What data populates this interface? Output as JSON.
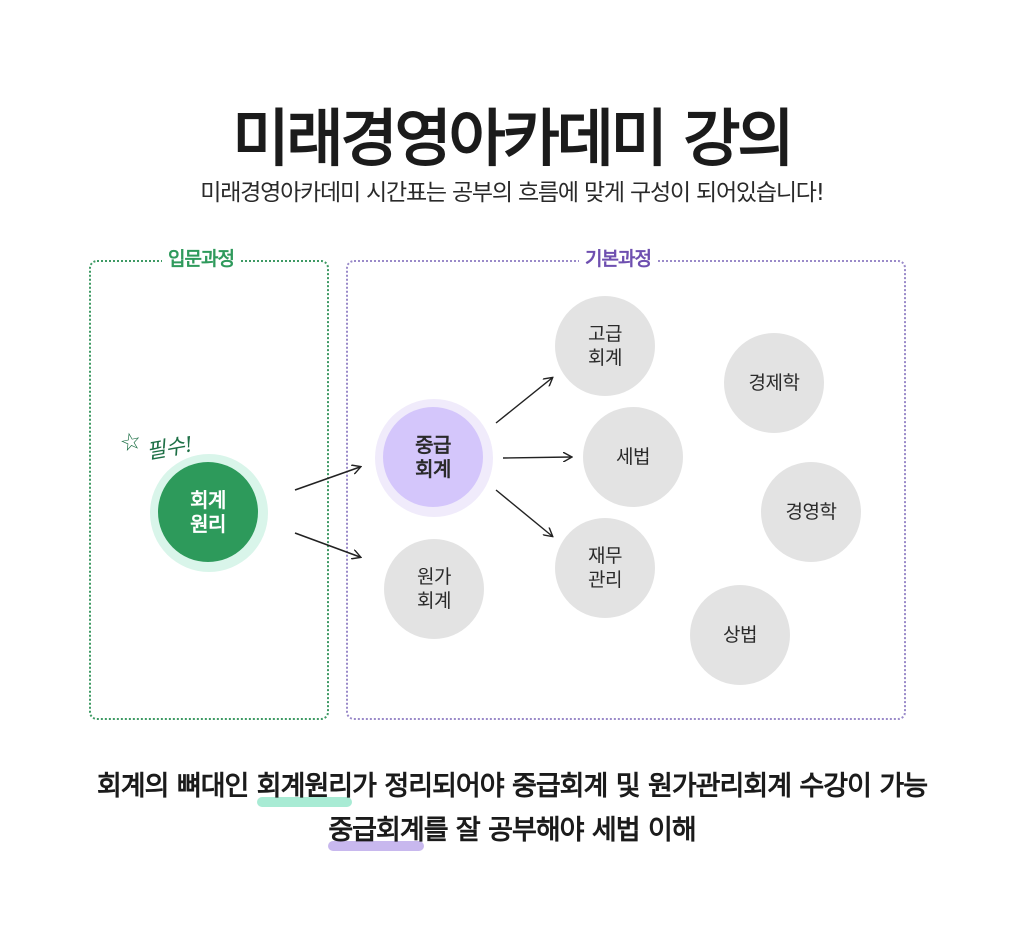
{
  "header": {
    "title": "미래경영아카데미 강의",
    "subtitle": "미래경영아카데미 시간표는 공부의 흐름에 맞게 구성이 되어있습니다!"
  },
  "groups": {
    "intro": {
      "label": "입문과정",
      "color": "#2f9a5c"
    },
    "basic": {
      "label": "기본과정",
      "color": "#6e4fb0"
    }
  },
  "badge": {
    "text": "필수!"
  },
  "nodes": {
    "accounting_principles": "회계\n원리",
    "intermediate_accounting": "중급\n회계",
    "cost_accounting": "원가\n회계",
    "advanced_accounting": "고급\n회계",
    "tax_law": "세법",
    "financial_management": "재무\n관리",
    "economics": "경제학",
    "business_administration": "경영학",
    "commercial_law": "상법"
  },
  "footer": {
    "line1_pre": "회계의 뼈대인 ",
    "line1_highlight": "회계원리",
    "line1_post": "가 정리되어야 중급회계 및 원가관리회계 수강이 가능",
    "line2_highlight": "중급회계",
    "line2_post": "를 잘 공부해야 세법 이해"
  },
  "colors": {
    "green": "#2d9a5b",
    "purple_light": "#d4c6fb",
    "gray_circle": "#e3e3e3",
    "mint_highlight": "#a8ebd4",
    "lavender_highlight": "#c8b8ee"
  }
}
